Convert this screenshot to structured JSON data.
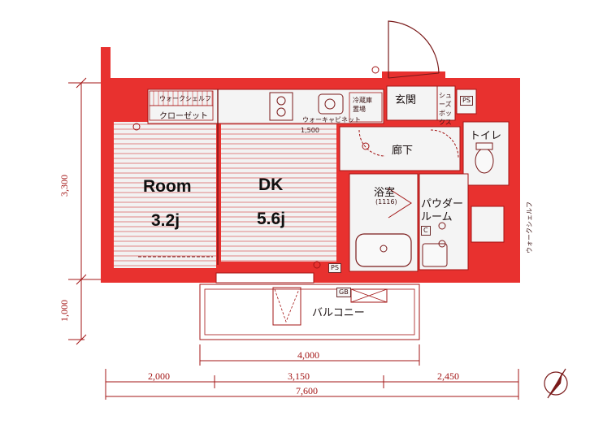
{
  "rooms": {
    "room_label": "Room",
    "room_size": "3.2j",
    "dk_label": "DK",
    "dk_size": "5.6j",
    "genkan": "玄関",
    "rouka": "廊下",
    "toilet": "トイレ",
    "bath": "浴室",
    "bath_size": "(1116)",
    "powder": "パウダー\nルーム",
    "balcony": "バルコニー"
  },
  "fixtures": {
    "walk_shelf_top": "ウォークシェルフ",
    "closet": "クローゼット",
    "cabinet": "ウォーキャビネット",
    "washer": "冷蔵庫\n置場",
    "shoes_box": "シューズ\nボックス",
    "ps_top": "PS",
    "ps_bottom": "PS",
    "gb": "GB",
    "c_mark": "C",
    "walk_shelf_right": "ウォークシェルフ",
    "dim_1500": "1,500"
  },
  "dimensions": {
    "v_3300": "3,300",
    "v_1000": "1,000",
    "h_4000": "4,000",
    "h_2000": "2,000",
    "h_3150": "3,150",
    "h_2450": "2,450",
    "h_7600": "7,600"
  },
  "colors": {
    "wall": "#e8312f",
    "accent_dark": "#a31515",
    "floor": "#f2f2f2"
  },
  "icons": [
    "compass-icon",
    "door-swing-icon",
    "toilet-icon",
    "bathtub-icon",
    "sink-icon",
    "stove-icon"
  ]
}
